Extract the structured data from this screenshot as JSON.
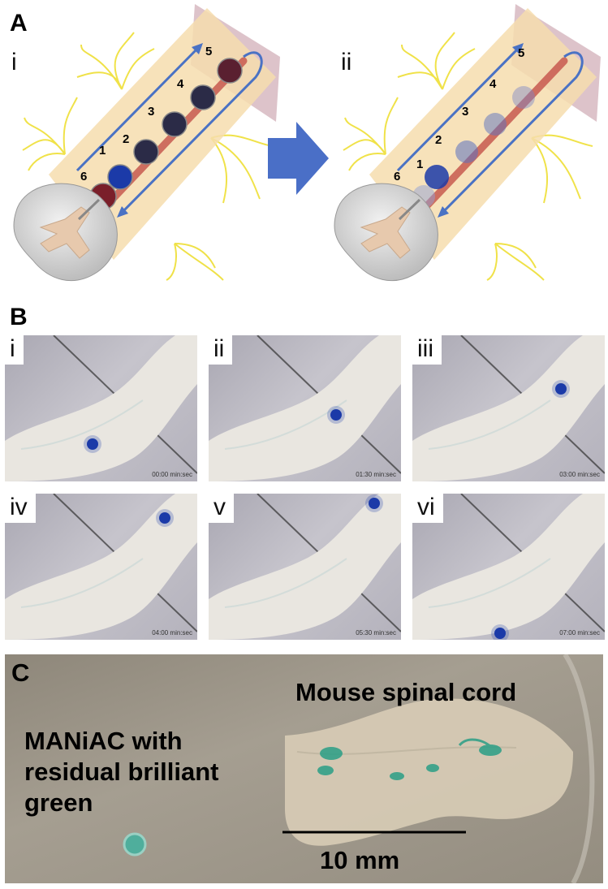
{
  "panel_A": {
    "label": "A",
    "sub_i": "i",
    "sub_ii": "ii",
    "numbers": [
      "1",
      "2",
      "3",
      "4",
      "5",
      "6"
    ]
  },
  "panel_B": {
    "label": "B",
    "frames": [
      {
        "label": "i",
        "time": "00:00  min:sec"
      },
      {
        "label": "ii",
        "time": "01:30  min:sec"
      },
      {
        "label": "iii",
        "time": "03:00  min:sec"
      },
      {
        "label": "iv",
        "time": "04:00  min:sec"
      },
      {
        "label": "v",
        "time": "05:30  min:sec"
      },
      {
        "label": "vi",
        "time": "07:00  min:sec"
      }
    ]
  },
  "panel_C": {
    "label": "C",
    "title": "Mouse spinal cord",
    "maniac_line1": "MANiAC with",
    "maniac_line2": "residual brilliant",
    "maniac_line3": "green",
    "scale": "10 mm"
  },
  "colors": {
    "bundle": "#f6ddae",
    "nerve": "#f2e24a",
    "arrow": "#4a72c4",
    "cord": "#c85a50",
    "big_arrow": "#4a6fc7",
    "dye": "#1b3aa8"
  }
}
